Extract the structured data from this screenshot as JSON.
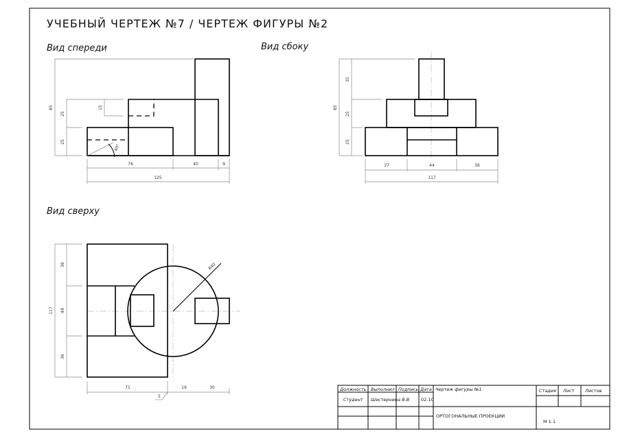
{
  "title": "УЧЕБНЫЙ ЧЕРТЕЖ №7 / ЧЕРТЕЖ ФИГУРЫ №2",
  "views": {
    "front": {
      "label": "Вид спереди",
      "dims": {
        "h85": "85",
        "h25a": "25",
        "h25b": "25",
        "h15": "15",
        "w76": "76",
        "w40": "40",
        "w9": "9",
        "w125": "125",
        "angle": "40°"
      }
    },
    "side": {
      "label": "Вид сбоку",
      "dims": {
        "h85": "85",
        "h35": "35",
        "h25a": "25",
        "h25b": "25",
        "w37": "37",
        "w44": "44",
        "w36": "36",
        "w117": "117"
      }
    },
    "top": {
      "label": "Вид сверху",
      "dims": {
        "h117": "117",
        "h36a": "36",
        "h44": "44",
        "h36b": "36",
        "w71": "71",
        "w5": "5",
        "w19": "19",
        "w30": "30",
        "r40": "R40"
      }
    }
  },
  "title_block": {
    "headers": {
      "position": "Должность",
      "performed": "Выполнил",
      "signature": "Подпись",
      "date": "Дата"
    },
    "row": {
      "position": "Студент",
      "performed": "Шестернина В.В",
      "date": "02.10"
    },
    "drawing_name": "Чертеж фигуры №1",
    "subject": "ОРТОГОНАЛЬНЫЕ ПРОЕКЦИИ",
    "stage": "Стадия",
    "sheet": "Лист",
    "sheets": "Листов",
    "scale": "М 1:1"
  }
}
